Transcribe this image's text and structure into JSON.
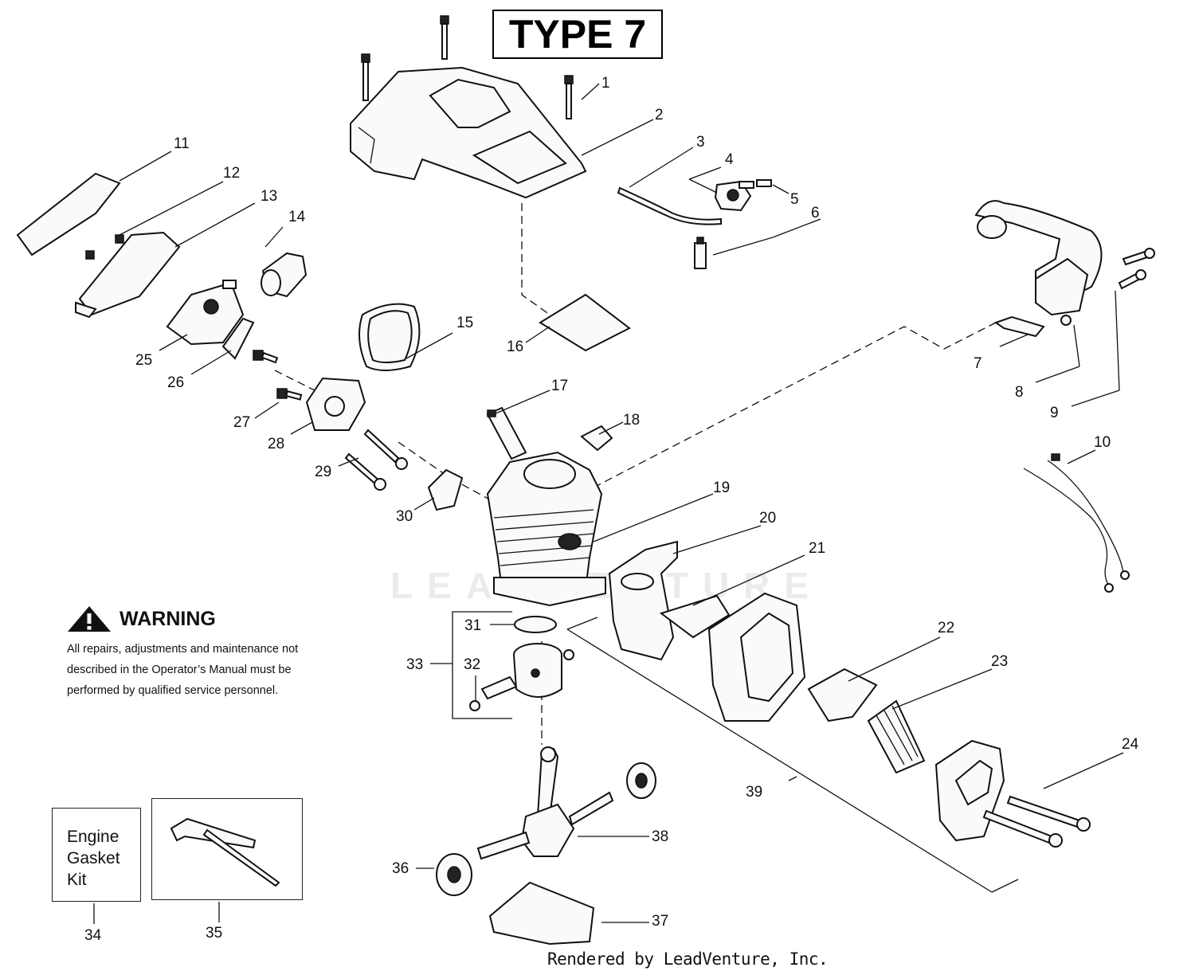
{
  "title": "TYPE 7",
  "warning": {
    "heading": "WARNING",
    "line1": "All repairs, adjustments and maintenance not",
    "line2": "described in the Operator’s Manual must be",
    "line3": "performed by qualified  service personnel."
  },
  "kit": {
    "line1": "Engine",
    "line2": "Gasket",
    "line3": "Kit"
  },
  "footer": "Rendered by LeadVenture, Inc.",
  "watermark": "LEADVENTURE",
  "callouts": {
    "n1": "1",
    "n2": "2",
    "n3": "3",
    "n4": "4",
    "n5": "5",
    "n6": "6",
    "n7": "7",
    "n8": "8",
    "n9": "9",
    "n10": "10",
    "n11": "11",
    "n12": "12",
    "n13": "13",
    "n14": "14",
    "n15": "15",
    "n16": "16",
    "n17": "17",
    "n18": "18",
    "n19": "19",
    "n20": "20",
    "n21": "21",
    "n22": "22",
    "n23": "23",
    "n24": "24",
    "n25": "25",
    "n26": "26",
    "n27": "27",
    "n28": "28",
    "n29": "29",
    "n30": "30",
    "n31": "31",
    "n32": "32",
    "n33": "33",
    "n34": "34",
    "n35": "35",
    "n36": "36",
    "n37": "37",
    "n38": "38",
    "n39": "39"
  },
  "icons": {
    "warning": "warning-triangle-icon"
  }
}
